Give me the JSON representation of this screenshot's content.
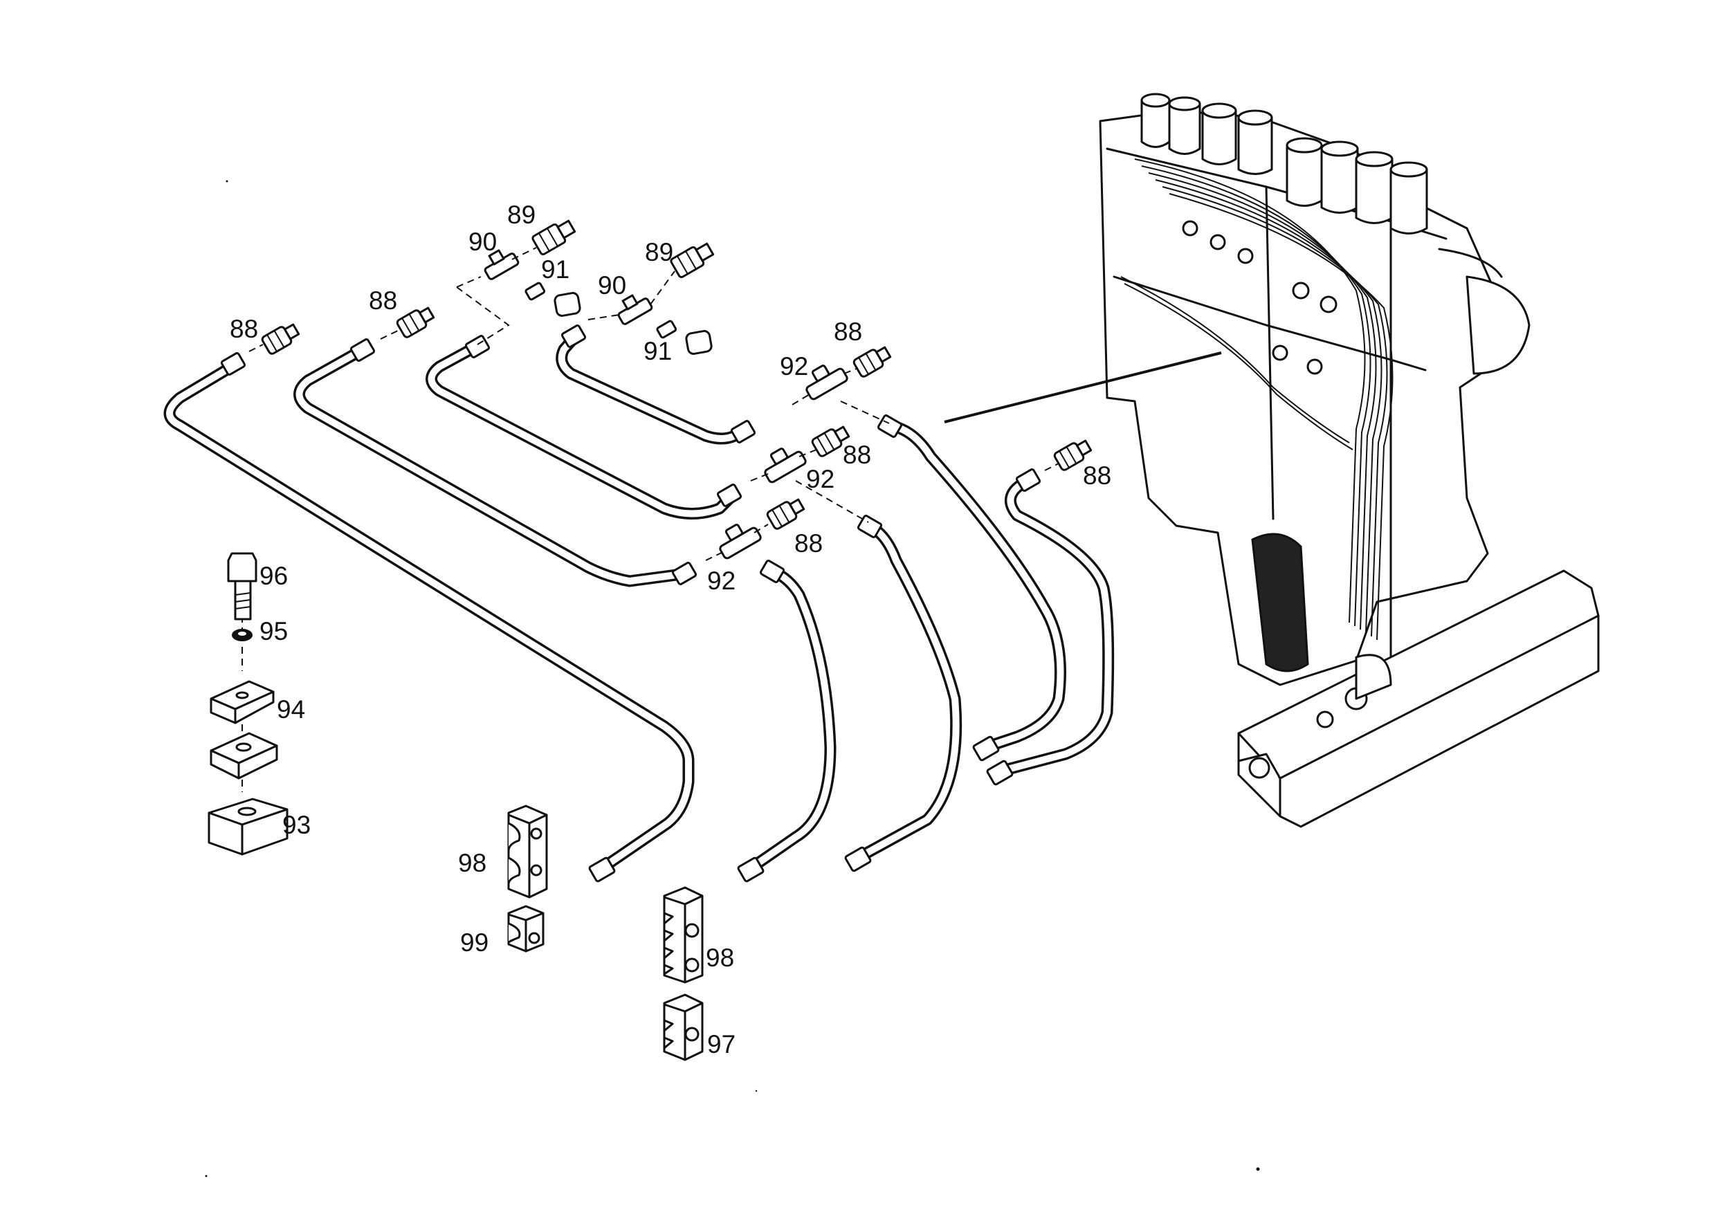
{
  "diagram": {
    "labels": [
      {
        "id": "l88a",
        "text": "88"
      },
      {
        "id": "l88b",
        "text": "88"
      },
      {
        "id": "l89a",
        "text": "89"
      },
      {
        "id": "l90a",
        "text": "90"
      },
      {
        "id": "l91a",
        "text": "91"
      },
      {
        "id": "l89b",
        "text": "89"
      },
      {
        "id": "l90b",
        "text": "90"
      },
      {
        "id": "l91b",
        "text": "91"
      },
      {
        "id": "l88c",
        "text": "88"
      },
      {
        "id": "l92a",
        "text": "92"
      },
      {
        "id": "l88d",
        "text": "88"
      },
      {
        "id": "l92b",
        "text": "92"
      },
      {
        "id": "l88e",
        "text": "88"
      },
      {
        "id": "l92c",
        "text": "92"
      },
      {
        "id": "l88f",
        "text": "88"
      },
      {
        "id": "l96",
        "text": "96"
      },
      {
        "id": "l95",
        "text": "95"
      },
      {
        "id": "l94",
        "text": "94"
      },
      {
        "id": "l93",
        "text": "93"
      },
      {
        "id": "l98a",
        "text": "98"
      },
      {
        "id": "l99",
        "text": "99"
      },
      {
        "id": "l98b",
        "text": "98"
      },
      {
        "id": "l97",
        "text": "97"
      }
    ]
  }
}
